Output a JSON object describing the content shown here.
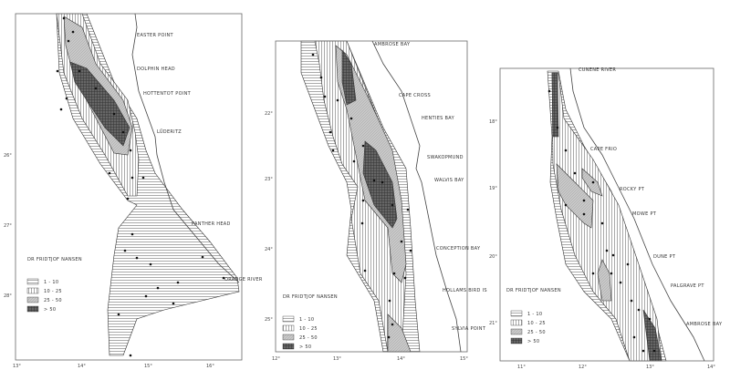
{
  "legend": {
    "title": "DR FRIDTJOF NANSEN",
    "classes": [
      {
        "label": "1 - 10",
        "pattern": "horizontal-hatch"
      },
      {
        "label": "10 - 25",
        "pattern": "vertical-hatch"
      },
      {
        "label": "25 - 50",
        "pattern": "stipple-light"
      },
      {
        "label": "> 50",
        "pattern": "dark-crosshatch"
      }
    ]
  },
  "maps": [
    {
      "places": [
        "EASTER POINT",
        "DOLPHIN HEAD",
        "HOTTENTOT POINT",
        "LÜDERITZ",
        "PANTHER HEAD",
        "ORANGE RIVER"
      ],
      "lat_ticks": [
        "26°",
        "27°",
        "28°"
      ],
      "lon_ticks": [
        "13°",
        "14°",
        "15°",
        "16°"
      ]
    },
    {
      "places": [
        "AMBROSE BAY",
        "CAPE CROSS",
        "HENTIES BAY",
        "SWAKOPMUND",
        "WALVIS BAY",
        "CONCEPTION BAY",
        "HOLLAMS BIRD IS",
        "SYLVIA POINT"
      ],
      "lat_ticks": [
        "22°",
        "23°",
        "24°",
        "25°"
      ],
      "lon_ticks": [
        "12°",
        "13°",
        "14°",
        "15°"
      ]
    },
    {
      "places": [
        "CUNENE RIVER",
        "CAPE FRIO",
        "ROCKY PT",
        "MOWE PT",
        "DUNE PT",
        "PALGRAVE PT",
        "AMBROSE BAY"
      ],
      "lat_ticks": [
        "18°",
        "19°",
        "20°",
        "21°"
      ],
      "lon_ticks": [
        "11°",
        "12°",
        "13°",
        "14°"
      ]
    }
  ],
  "colors": {
    "ink": "#333333",
    "paper": "#ffffff",
    "dark_zone": "#555555",
    "light_zone": "#bbbbbb"
  }
}
